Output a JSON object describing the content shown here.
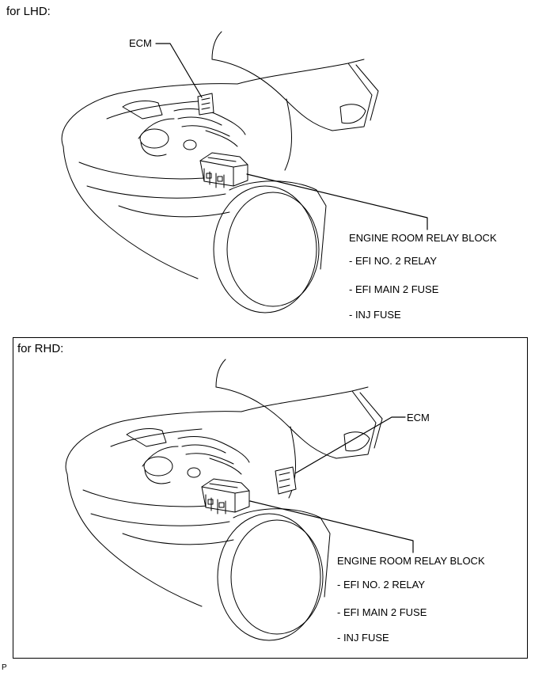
{
  "lhd": {
    "caption": "for LHD:",
    "ecm_label": "ECM",
    "relay_block_label": "ENGINE ROOM RELAY BLOCK",
    "items": [
      "- EFI NO. 2 RELAY",
      "- EFI MAIN 2 FUSE",
      "- INJ FUSE"
    ]
  },
  "rhd": {
    "caption": "for RHD:",
    "ecm_label": "ECM",
    "relay_block_label": "ENGINE ROOM RELAY BLOCK",
    "items": [
      "- EFI NO. 2 RELAY",
      "- EFI MAIN 2 FUSE",
      "- INJ FUSE"
    ]
  },
  "footer_code": "P"
}
